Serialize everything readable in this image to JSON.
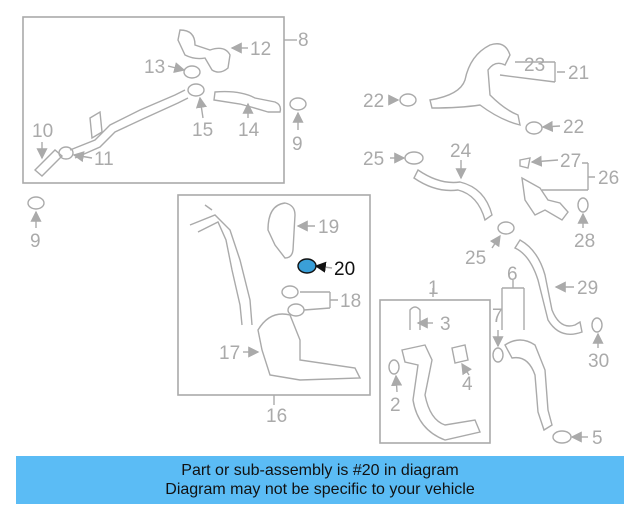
{
  "callouts": [
    "1",
    "2",
    "3",
    "4",
    "5",
    "6",
    "7",
    "8",
    "9",
    "10",
    "11",
    "12",
    "13",
    "14",
    "15",
    "16",
    "17",
    "18",
    "19",
    "20",
    "21",
    "22",
    "23",
    "24",
    "25",
    "26",
    "27",
    "28",
    "29",
    "30"
  ],
  "highlight": {
    "label": "20",
    "color": "#3a9fd8"
  },
  "banner": {
    "line1": "Part or sub-assembly is #20 in diagram",
    "line2": "Diagram may not be specific to your vehicle",
    "color": "#5bbcf5"
  }
}
